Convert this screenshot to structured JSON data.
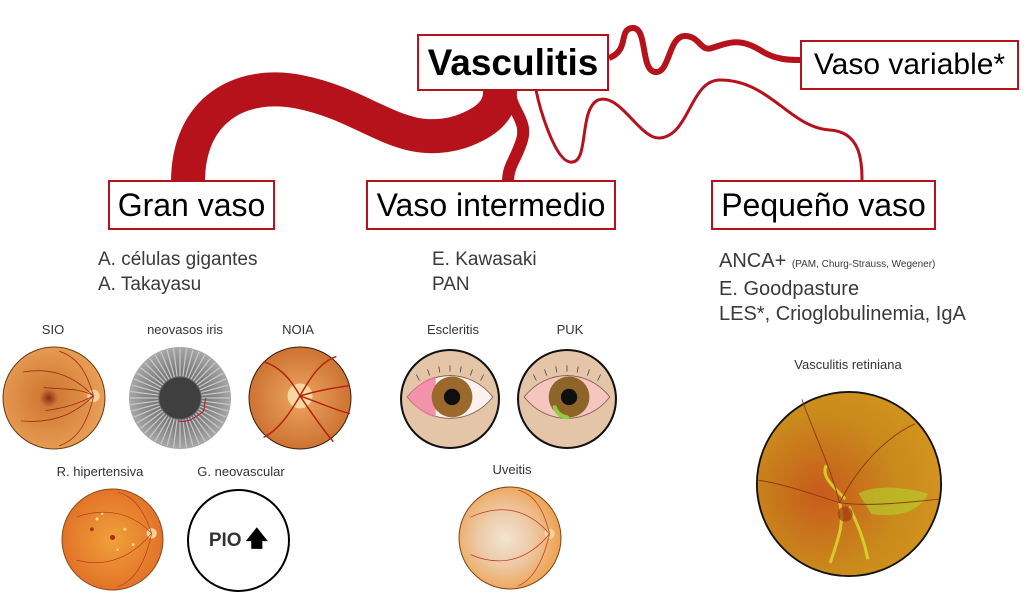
{
  "diagram": {
    "root": {
      "label": "Vasculitis"
    },
    "variable": {
      "label": "Vaso variable*"
    },
    "categories": [
      {
        "label": "Gran vaso",
        "diseases": [
          "A. células gigantes",
          "A. Takayasu"
        ],
        "findings": [
          {
            "label": "SIO",
            "image": "fundus-ischemic"
          },
          {
            "label": "neovasos iris",
            "image": "iris-neovessels"
          },
          {
            "label": "NOIA",
            "image": "optic-disc-fundus"
          },
          {
            "label": "R. hipertensiva",
            "image": "fundus-hypertensive"
          },
          {
            "label": "G. neovascular",
            "image": "iop-circle",
            "text": "PIO",
            "icon": "arrow-up-icon"
          }
        ]
      },
      {
        "label": "Vaso intermedio",
        "diseases": [
          "E. Kawasaki",
          "PAN"
        ],
        "findings": [
          {
            "label": "Escleritis",
            "image": "red-eye-scleritis"
          },
          {
            "label": "PUK",
            "image": "red-eye-puk"
          },
          {
            "label": "Uveitis",
            "image": "fundus-uveitis"
          }
        ]
      },
      {
        "label": "Pequeño vaso",
        "diseases": [
          {
            "main": "ANCA+",
            "note": "(PAM, Churg-Strauss, Wegener)"
          },
          {
            "main": "E. Goodpasture"
          },
          {
            "main": "LES*, Crioglobulinemia, IgA"
          }
        ],
        "findings": [
          {
            "label": "Vasculitis retiniana",
            "image": "fundus-retinal-vasculitis"
          }
        ]
      }
    ],
    "colors": {
      "vessel": "#b5121b",
      "fundus": "#e8953f",
      "fundus_dark": "#c0561b",
      "iris": "#8a8a8a",
      "skin": "#e5c5a8"
    }
  }
}
